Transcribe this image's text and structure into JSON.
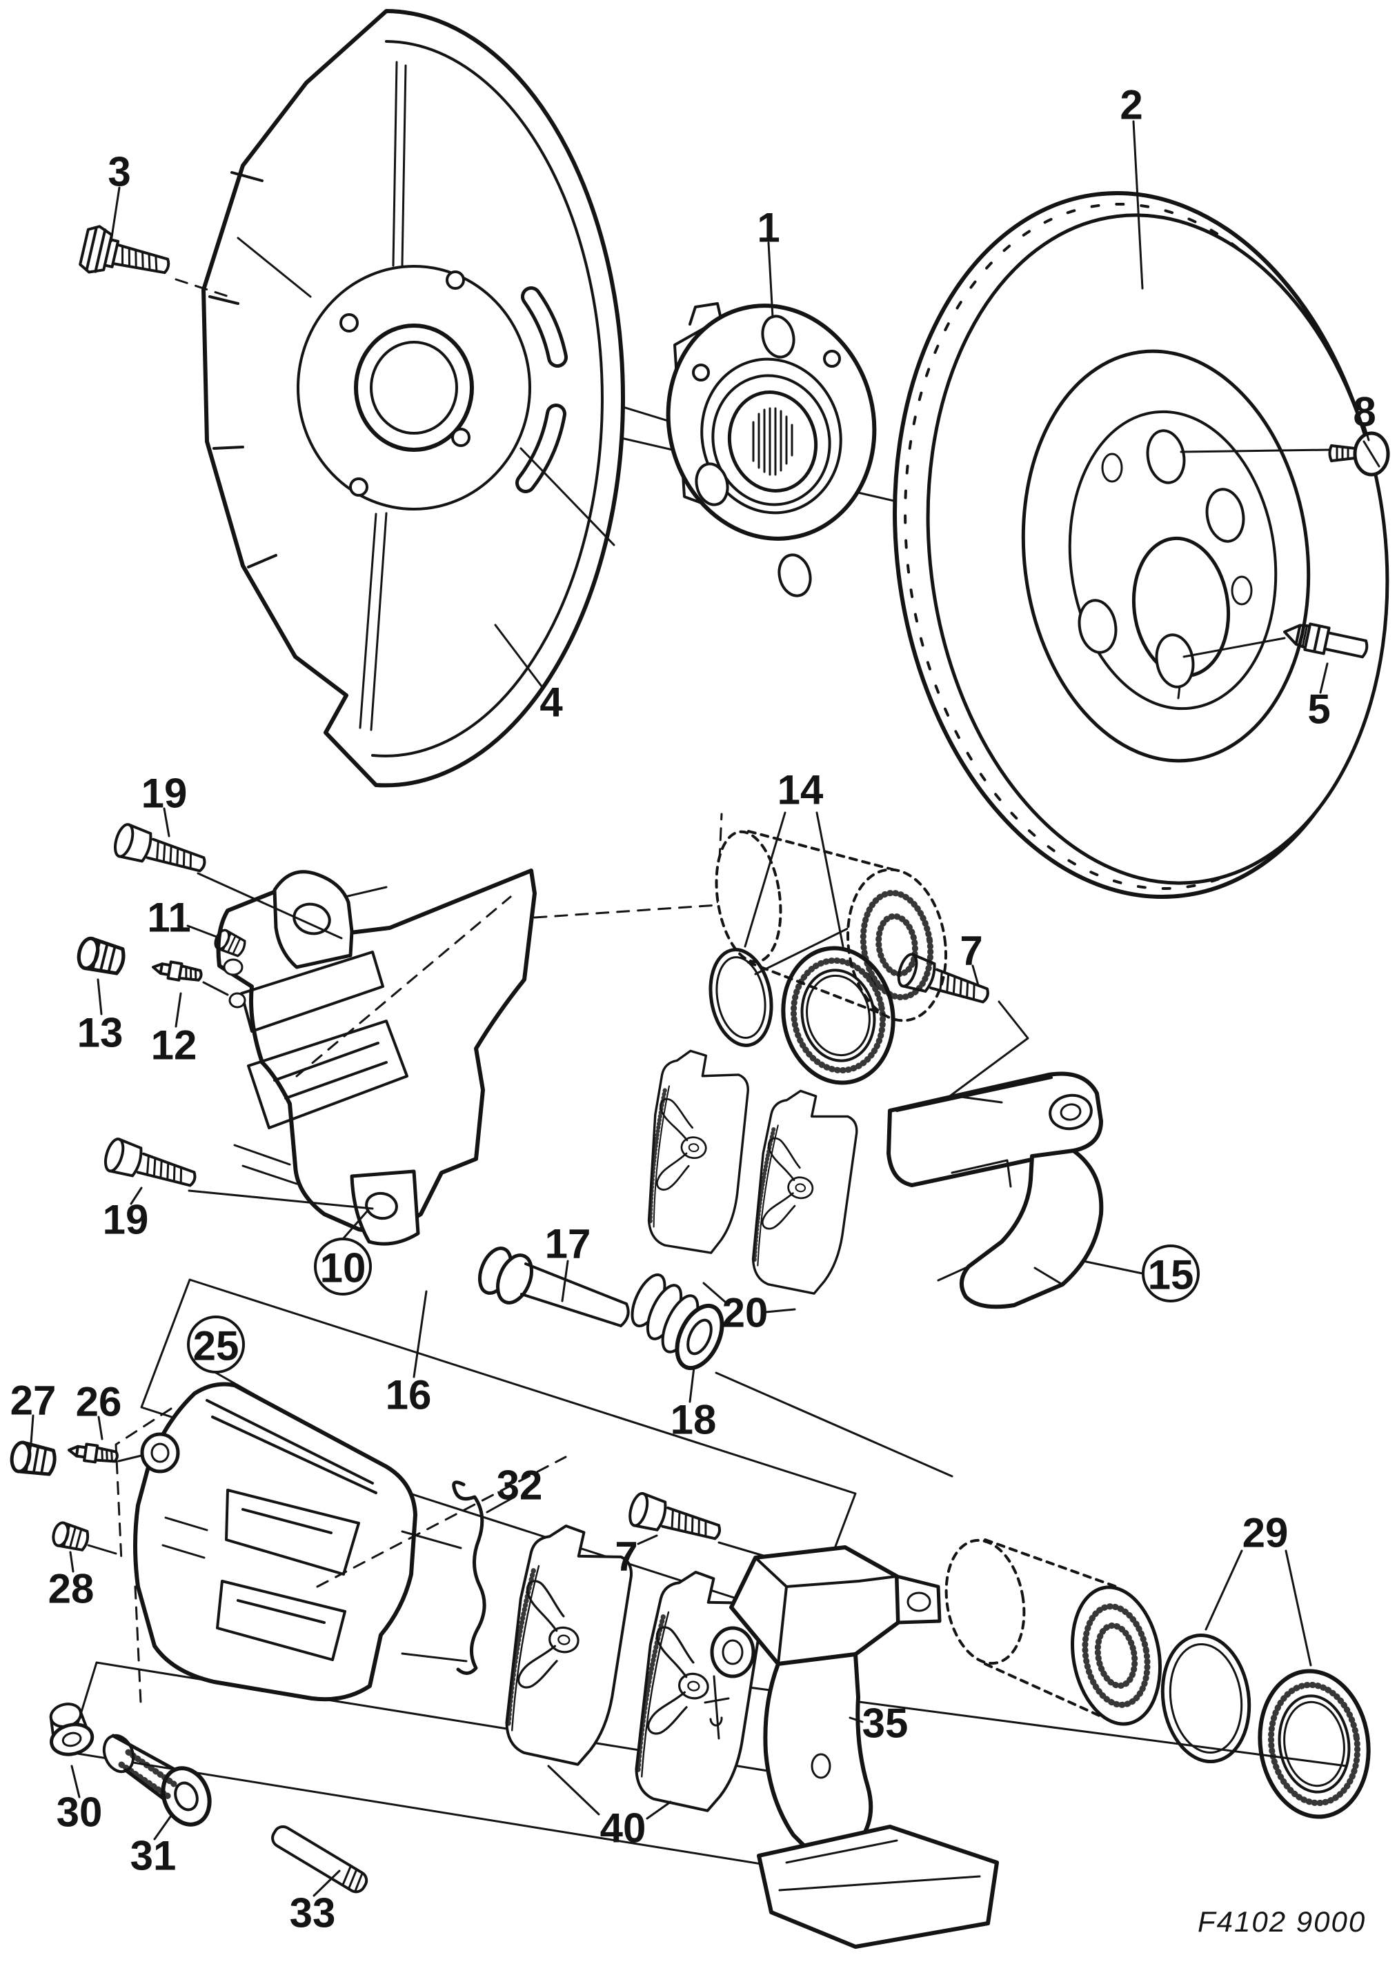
{
  "figure": {
    "description": "Exploded technical line diagram of a front disc brake and hub assembly",
    "drawing_number": "F4102 9000",
    "ink_color": "#141414",
    "background_color": "#ffffff"
  },
  "callouts": [
    {
      "text": "1",
      "circled": false,
      "part": "wheel-hub"
    },
    {
      "text": "2",
      "circled": false,
      "part": "brake-disc"
    },
    {
      "text": "3",
      "circled": false,
      "part": "shield-bolt"
    },
    {
      "text": "4",
      "circled": false,
      "part": "splash-shield"
    },
    {
      "text": "5",
      "circled": false,
      "part": "wheel-stud"
    },
    {
      "text": "7",
      "circled": false,
      "part": "carrier-bolt-upper"
    },
    {
      "text": "7",
      "circled": false,
      "part": "carrier-bolt-lower"
    },
    {
      "text": "8",
      "circled": false,
      "part": "disc-screw"
    },
    {
      "text": "10",
      "circled": true,
      "part": "caliper-upper"
    },
    {
      "text": "11",
      "circled": false,
      "part": "plug"
    },
    {
      "text": "12",
      "circled": false,
      "part": "bleed-nipple-upper"
    },
    {
      "text": "13",
      "circled": false,
      "part": "dust-cap-upper"
    },
    {
      "text": "14",
      "circled": false,
      "part": "piston-seal-kit-upper"
    },
    {
      "text": "15",
      "circled": true,
      "part": "carrier-upper"
    },
    {
      "text": "16",
      "circled": false,
      "part": "repair-kit-frame"
    },
    {
      "text": "17",
      "circled": false,
      "part": "guide-pin"
    },
    {
      "text": "18",
      "circled": false,
      "part": "guide-pin-boot"
    },
    {
      "text": "19",
      "circled": false,
      "part": "guide-bolt-a"
    },
    {
      "text": "19",
      "circled": false,
      "part": "guide-bolt-b"
    },
    {
      "text": "20",
      "circled": false,
      "part": "brake-pads-upper"
    },
    {
      "text": "25",
      "circled": true,
      "part": "caliper-lower"
    },
    {
      "text": "26",
      "circled": false,
      "part": "bleed-nipple-lower"
    },
    {
      "text": "27",
      "circled": false,
      "part": "dust-cap-lower"
    },
    {
      "text": "28",
      "circled": false,
      "part": "plug-lower"
    },
    {
      "text": "29",
      "circled": false,
      "part": "piston-seal-kit-lower"
    },
    {
      "text": "30",
      "circled": false,
      "part": "bush-cap"
    },
    {
      "text": "31",
      "circled": false,
      "part": "guide-sleeve"
    },
    {
      "text": "32",
      "circled": false,
      "part": "pad-spring"
    },
    {
      "text": "33",
      "circled": false,
      "part": "guide-pin-lower"
    },
    {
      "text": "35",
      "circled": false,
      "part": "carrier-lower"
    },
    {
      "text": "40",
      "circled": false,
      "part": "brake-pads-lower"
    }
  ]
}
